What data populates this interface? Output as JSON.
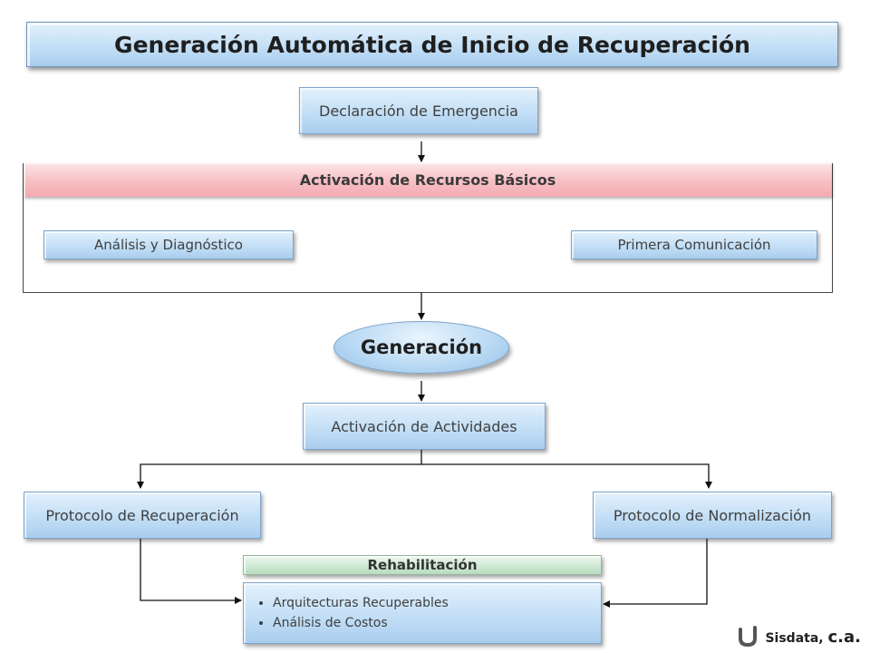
{
  "title": "Generación Automática de Inicio de Recuperación",
  "nodes": {
    "declaracion": "Declaración de Emergencia",
    "activacion_recursos": "Activación de Recursos Básicos",
    "analisis": "Análisis y Diagnóstico",
    "primera_comunicacion": "Primera Comunicación",
    "generacion": "Generación",
    "activacion_actividades": "Activación de Actividades",
    "protocolo_recuperacion": "Protocolo de Recuperación",
    "protocolo_normalizacion": "Protocolo de Normalización",
    "rehabilitacion": "Rehabilitación",
    "rehabilitacion_items": [
      "Arquitecturas Recuperables",
      "Análisis de Costos"
    ]
  },
  "footer": {
    "brand": "Sisdata,",
    "suffix": "c.a."
  },
  "colors": {
    "blue_box": "#c3dff6",
    "pink_banner": "#f7c0c4",
    "green_bar": "#cfe9d3",
    "line": "#111111"
  }
}
